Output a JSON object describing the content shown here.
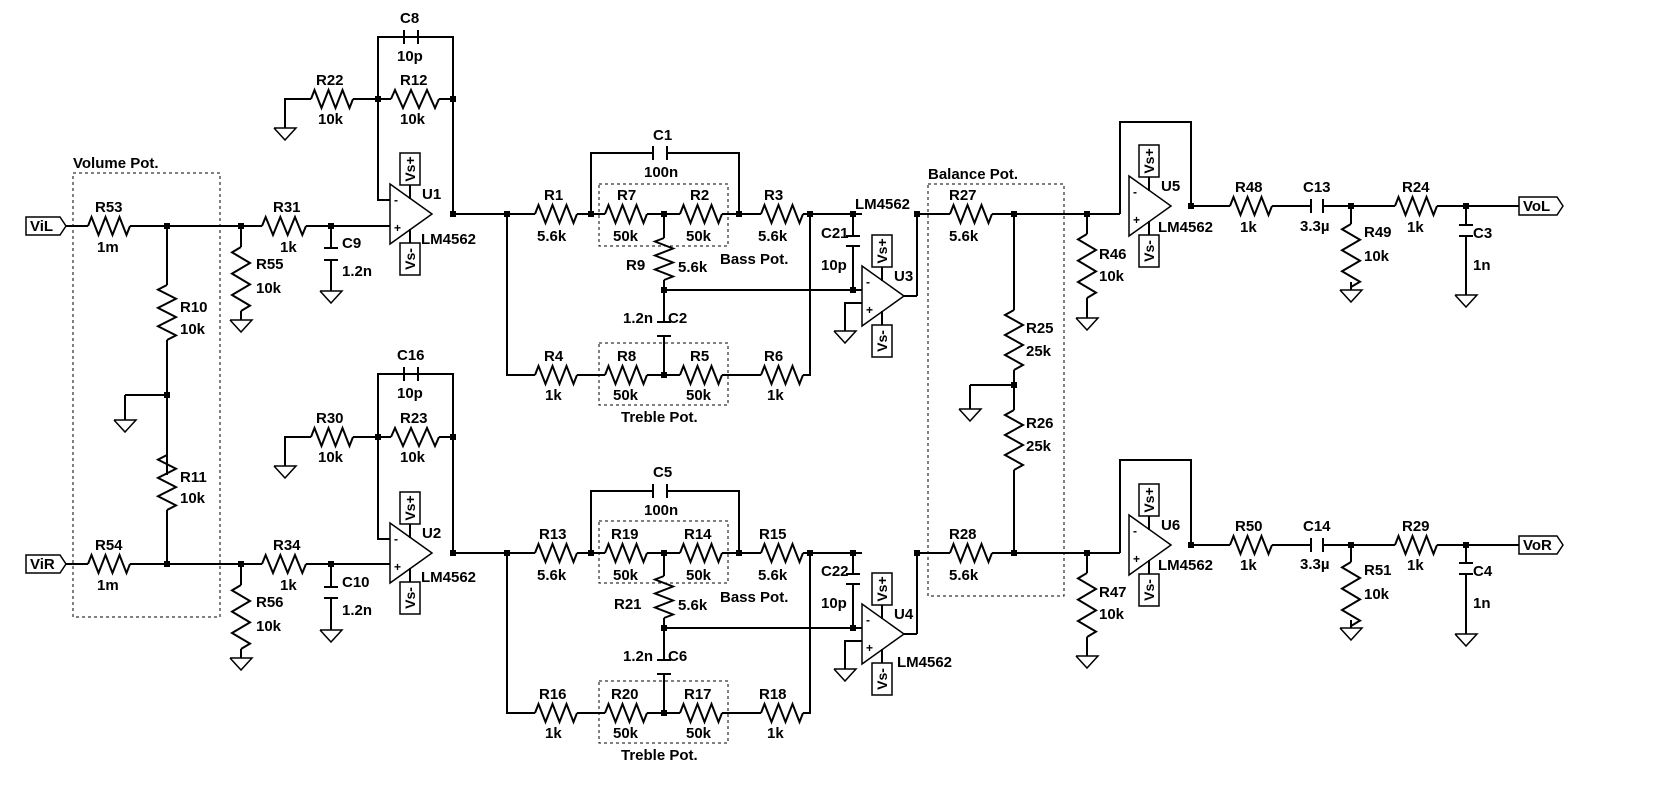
{
  "ports": {
    "in_left": "ViL",
    "in_right": "ViR",
    "out_left": "VoL",
    "out_right": "VoR"
  },
  "boxes": {
    "volume": "Volume Pot.",
    "balance": "Balance Pot.",
    "bass": "Bass Pot.",
    "treble": "Treble Pot."
  },
  "opamps": {
    "model": "LM4562",
    "vpos": "Vs+",
    "vneg": "Vs-",
    "minus": "-",
    "plus": "+",
    "u1": "U1",
    "u2": "U2",
    "u3": "U3",
    "u4": "U4",
    "u5": "U5",
    "u6": "U6"
  },
  "c": {
    "C1": "C1",
    "C1v": "100n",
    "C2": "C2",
    "C2v": "1.2n",
    "C3": "C3",
    "C3v": "1n",
    "C4": "C4",
    "C4v": "1n",
    "C5": "C5",
    "C5v": "100n",
    "C6": "C6",
    "C6v": "1.2n",
    "C8": "C8",
    "C8v": "10p",
    "C9": "C9",
    "C9v": "1.2n",
    "C10": "C10",
    "C10v": "1.2n",
    "C13": "C13",
    "C13v": "3.3µ",
    "C14": "C14",
    "C14v": "3.3µ",
    "C16": "C16",
    "C16v": "10p",
    "C21": "C21",
    "C21v": "10p",
    "C22": "C22",
    "C22v": "10p"
  },
  "r": {
    "R1": "R1",
    "R1v": "5.6k",
    "R2": "R2",
    "R2v": "50k",
    "R3": "R3",
    "R3v": "5.6k",
    "R4": "R4",
    "R4v": "1k",
    "R5": "R5",
    "R5v": "50k",
    "R6": "R6",
    "R6v": "1k",
    "R7": "R7",
    "R7v": "50k",
    "R8": "R8",
    "R8v": "50k",
    "R9": "R9",
    "R9v": "5.6k",
    "R10": "R10",
    "R10v": "10k",
    "R11": "R11",
    "R11v": "10k",
    "R12": "R12",
    "R12v": "10k",
    "R13": "R13",
    "R13v": "5.6k",
    "R14": "R14",
    "R14v": "50k",
    "R15": "R15",
    "R15v": "5.6k",
    "R16": "R16",
    "R16v": "1k",
    "R17": "R17",
    "R17v": "50k",
    "R18": "R18",
    "R18v": "1k",
    "R19": "R19",
    "R19v": "50k",
    "R20": "R20",
    "R20v": "50k",
    "R21": "R21",
    "R21v": "5.6k",
    "R22": "R22",
    "R22v": "10k",
    "R23": "R23",
    "R23v": "10k",
    "R24": "R24",
    "R24v": "1k",
    "R25": "R25",
    "R25v": "25k",
    "R26": "R26",
    "R26v": "25k",
    "R27": "R27",
    "R27v": "5.6k",
    "R28": "R28",
    "R28v": "5.6k",
    "R29": "R29",
    "R29v": "1k",
    "R30": "R30",
    "R30v": "10k",
    "R31": "R31",
    "R31v": "1k",
    "R34": "R34",
    "R34v": "1k",
    "R46": "R46",
    "R46v": "10k",
    "R47": "R47",
    "R47v": "10k",
    "R48": "R48",
    "R48v": "1k",
    "R49": "R49",
    "R49v": "10k",
    "R50": "R50",
    "R50v": "1k",
    "R51": "R51",
    "R51v": "10k",
    "R53": "R53",
    "R53v": "1m",
    "R54": "R54",
    "R54v": "1m",
    "R55": "R55",
    "R55v": "10k",
    "R56": "R56",
    "R56v": "10k"
  }
}
